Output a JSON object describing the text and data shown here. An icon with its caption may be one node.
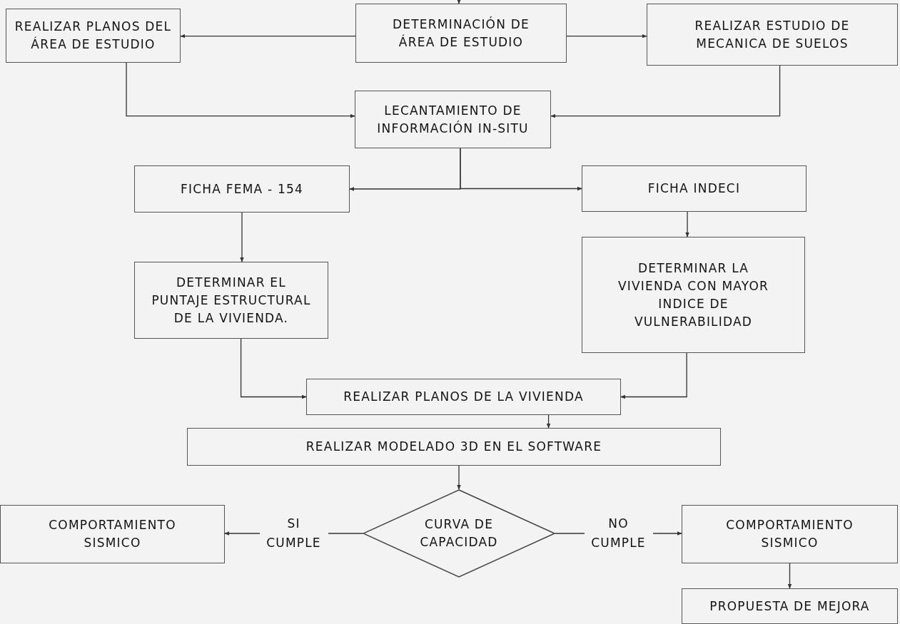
{
  "diagram": {
    "nodes": [
      {
        "text": [
          "REALIZAR PLANOS DEL ÁREA DE ESTUDIO"
        ]
      },
      {
        "text": [
          "DETERMINACIÓN DE ÁREA DE ESTUDIO"
        ]
      },
      {
        "text": [
          "REALIZAR ESTUDIO DE MECANICA DE SUELOS"
        ]
      },
      {
        "text": [
          "LECANTAMIENTO DE INFORMACIÓN IN-SITU"
        ]
      },
      {
        "text": [
          "FICHA FEMA - 154"
        ]
      },
      {
        "text": [
          "FICHA INDECI"
        ]
      },
      {
        "text": [
          "DETERMINAR EL PUNTAJE ESTRUCTURAL DE LA VIVIENDA."
        ]
      },
      {
        "text": [
          "DETERMINAR LA VIVIENDA CON MAYOR INDICE DE VULNERABILIDAD"
        ]
      },
      {
        "text": [
          "REALIZAR PLANOS DE LA VIVIENDA"
        ]
      },
      {
        "text": [
          "REALIZAR MODELADO 3D EN EL SOFTWARE"
        ]
      },
      {
        "text": [
          "CURVA DE CAPACIDAD"
        ]
      },
      {
        "text": [
          "COMPORTAMIENTO SISMICO"
        ]
      },
      {
        "text": [
          "COMPORTAMIENTO SISMICO"
        ]
      },
      {
        "text": [
          "PROPUESTA DE MEJORA"
        ]
      }
    ],
    "edges": [
      {
        "from": null,
        "to": 1,
        "arrow": "to"
      },
      {
        "from": 1,
        "to": 0,
        "arrow": "to"
      },
      {
        "from": 1,
        "to": 2,
        "arrow": "to"
      },
      {
        "from": 0,
        "to": 3,
        "arrow": "to"
      },
      {
        "from": 2,
        "to": 3,
        "arrow": "to"
      },
      {
        "from": 3,
        "to": 4,
        "arrow": "to"
      },
      {
        "from": 3,
        "to": 5,
        "arrow": "to"
      },
      {
        "from": 4,
        "to": 6,
        "arrow": "to"
      },
      {
        "from": 5,
        "to": 7,
        "arrow": "to"
      },
      {
        "from": 6,
        "to": 8,
        "arrow": "to"
      },
      {
        "from": 7,
        "to": 8,
        "arrow": "to"
      },
      {
        "from": 8,
        "to": 9,
        "arrow": "to"
      },
      {
        "from": 9,
        "to": 10,
        "arrow": "to"
      },
      {
        "from": 10,
        "to": 11,
        "label": "SI CUMPLE",
        "arrow": "to"
      },
      {
        "from": 10,
        "to": 12,
        "label": "NO CUMPLE",
        "arrow": "to"
      },
      {
        "from": 12,
        "to": 13,
        "arrow": "to"
      }
    ]
  }
}
